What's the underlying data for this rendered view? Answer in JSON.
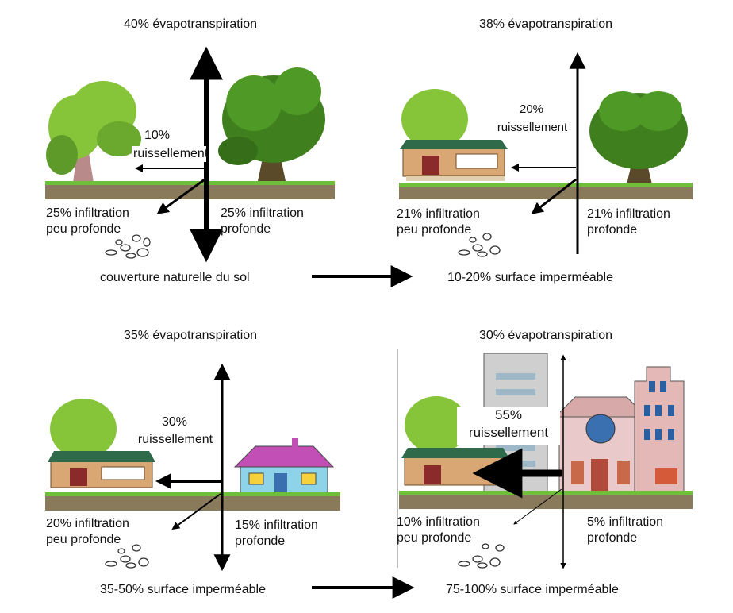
{
  "panels": [
    {
      "evapotranspiration": "40% évapotranspiration",
      "runoff_pct": "10%",
      "runoff_word": "ruissellement",
      "shallow": "25% infiltration\npeu profonde",
      "deep": "25% infiltration\nprofonde",
      "caption": "couverture naturelle du sol"
    },
    {
      "evapotranspiration": "38% évapotranspiration",
      "runoff_pct": "20%",
      "runoff_word": "ruissellement",
      "shallow": "21% infiltration\npeu profonde",
      "deep": "21% infiltration\nprofonde",
      "caption": "10-20% surface imperméable"
    },
    {
      "evapotranspiration": "35% évapotranspiration",
      "runoff_pct": "30%",
      "runoff_word": "ruissellement",
      "shallow": "20% infiltration\npeu profonde",
      "deep": "15% infiltration\nprofonde",
      "caption": "35-50% surface imperméable"
    },
    {
      "evapotranspiration": "30% évapotranspiration",
      "runoff_pct": "55%",
      "runoff_word": "ruissellement",
      "shallow": "10% infiltration\npeu profonde",
      "deep": "5% infiltration\nprofonde",
      "caption": "75-100% surface imperméable"
    }
  ],
  "colors": {
    "ground": "#8a7a5c",
    "grass": "#6fbf3a",
    "tree_light": "#86c43a",
    "tree_dark": "#3f7f1e",
    "trunk": "#b98a8a",
    "house_wall": "#d9a774",
    "house_roof": "#2f6b4b",
    "pink_house_roof": "#c24fb5",
    "pink_house_wall": "#8fd3e8",
    "building_grey": "#cfcfcf",
    "building_pink": "#e9c9c9",
    "arrow": "#000000"
  }
}
